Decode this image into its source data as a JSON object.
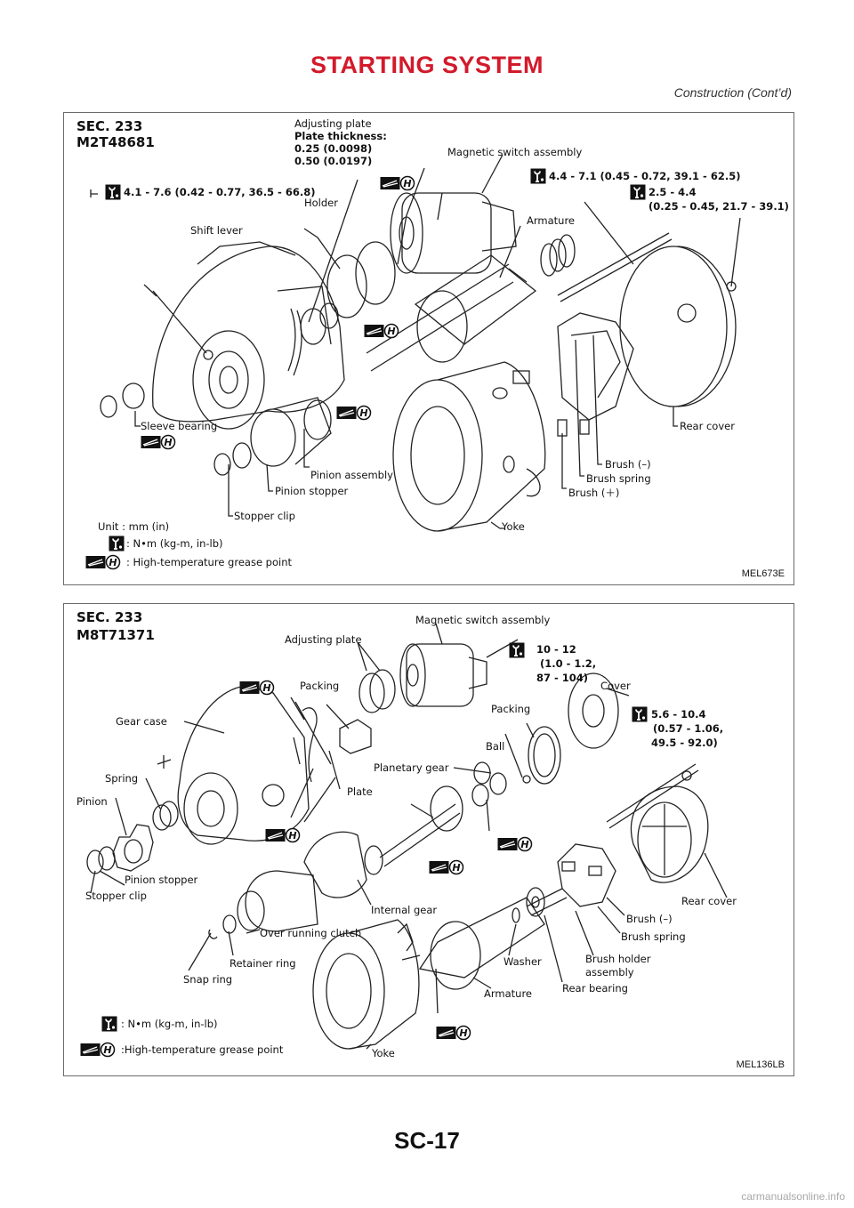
{
  "header": {
    "title": "STARTING SYSTEM",
    "subtitle": "Construction (Cont’d)"
  },
  "diagram1": {
    "sec": "SEC. 233",
    "model": "M2T48681",
    "code": "MEL673E",
    "unit": "Unit : mm (in)",
    "legend_torque": ": N•m (kg-m, in-lb)",
    "legend_grease": ": High-temperature grease point",
    "labels": {
      "adjusting_plate": "Adjusting plate",
      "plate_thickness": "Plate thickness:",
      "thick1": "0.25 (0.0098)",
      "thick2": "0.50 (0.0197)",
      "magnetic_switch": "Magnetic switch assembly",
      "torque_bolt": "4.1 - 7.6 (0.42 - 0.77, 36.5 - 66.8)",
      "torque_throughbolt": "4.4 - 7.1 (0.45 - 0.72, 39.1 - 62.5)",
      "torque_screw_1": "2.5 - 4.4",
      "torque_screw_2": "(0.25 - 0.45, 21.7 - 39.1)",
      "holder": "Holder",
      "shift_lever": "Shift lever",
      "armature": "Armature",
      "sleeve_bearing": "Sleeve bearing",
      "pinion_assembly": "Pinion assembly",
      "pinion_stopper": "Pinion stopper",
      "stopper_clip": "Stopper clip",
      "rear_cover": "Rear cover",
      "brush_minus": "Brush (–)",
      "brush_spring": "Brush spring",
      "brush_plus": "Brush (＋)",
      "yoke": "Yoke"
    }
  },
  "diagram2": {
    "sec": "SEC. 233",
    "model": "M8T71371",
    "code": "MEL136LB",
    "legend_torque": ": N•m (kg-m, in-lb)",
    "legend_grease": ":High-temperature grease point",
    "labels": {
      "magnetic_switch": "Magnetic switch assembly",
      "adjusting_plate": "Adjusting plate",
      "torque_switch_1": "10 - 12",
      "torque_switch_2": "(1.0 - 1.2,",
      "torque_switch_3": "87 - 104)",
      "packing_1": "Packing",
      "cover": "Cover",
      "packing_2": "Packing",
      "torque_bolt_1": "5.6 - 10.4",
      "torque_bolt_2": "(0.57 - 1.06,",
      "torque_bolt_3": "49.5 - 92.0)",
      "gear_case": "Gear case",
      "ball": "Ball",
      "planetary_gear": "Planetary gear",
      "spring": "Spring",
      "plate": "Plate",
      "pinion": "Pinion",
      "pinion_stopper": "Pinion stopper",
      "stopper_clip": "Stopper clip",
      "internal_gear": "Internal gear",
      "over_running_clutch": "Over running clutch",
      "rear_cover": "Rear cover",
      "brush_minus": "Brush (–)",
      "brush_spring": "Brush spring",
      "brush_holder_1": "Brush holder",
      "brush_holder_2": "assembly",
      "snap_ring": "Snap ring",
      "retainer_ring": "Retainer ring",
      "washer": "Washer",
      "armature": "Armature",
      "rear_bearing": "Rear bearing",
      "yoke": "Yoke"
    }
  },
  "page_number": "SC-17",
  "footer": "carmanualsonline.info",
  "colors": {
    "title": "#d21a2b",
    "line": "#222222",
    "frame": "#6b6b6b"
  },
  "icons": [
    "torque-wrench-icon",
    "grease-point-icon"
  ]
}
